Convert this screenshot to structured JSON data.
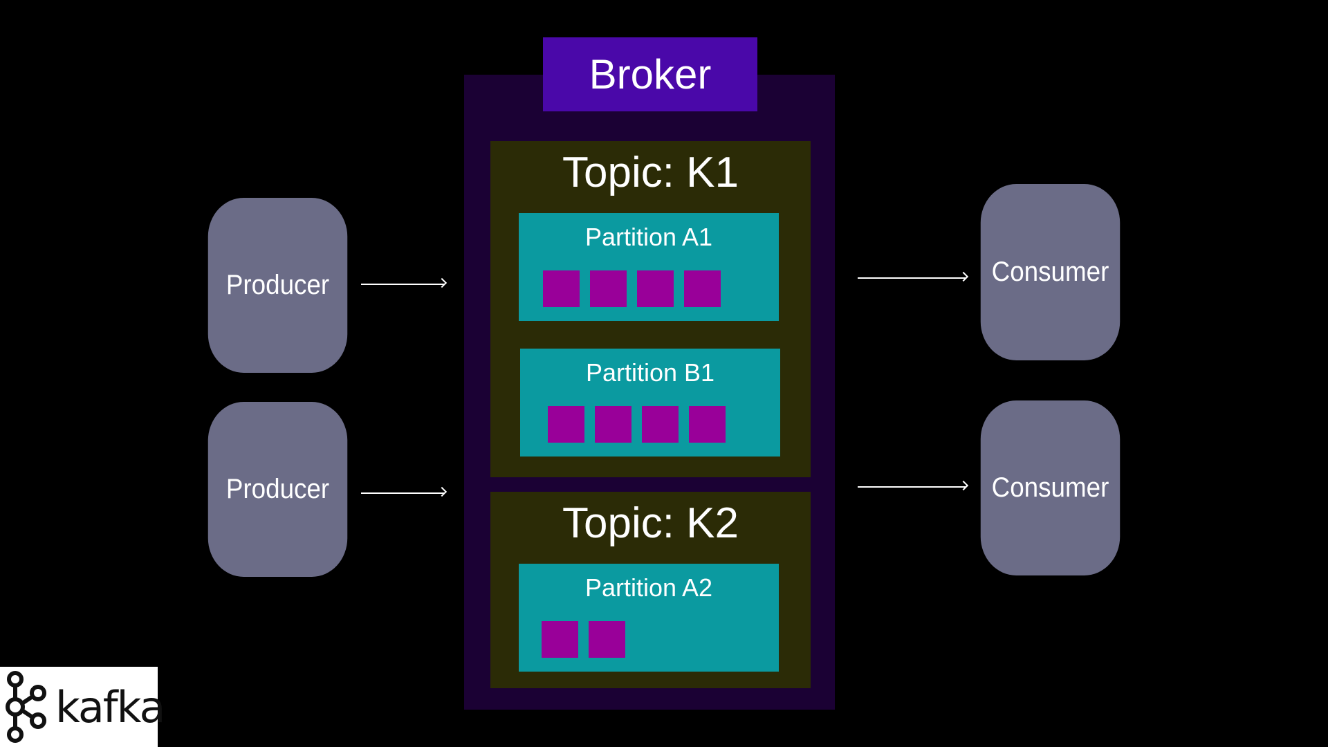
{
  "broker": {
    "title": "Broker"
  },
  "producers": [
    {
      "label": "Producer"
    },
    {
      "label": "Producer"
    }
  ],
  "consumers": [
    {
      "label": "Consumer"
    },
    {
      "label": "Consumer"
    }
  ],
  "topics": [
    {
      "title": "Topic: K1",
      "partitions": [
        {
          "title": "Partition A1",
          "message_count": 4
        },
        {
          "title": "Partition B1",
          "message_count": 4
        }
      ]
    },
    {
      "title": "Topic: K2",
      "partitions": [
        {
          "title": "Partition A2",
          "message_count": 2
        }
      ]
    }
  ],
  "logo": {
    "text": "kafka",
    "icon": "kafka-logo-icon"
  },
  "colors": {
    "background": "#000000",
    "node": "#6b6c87",
    "broker": "#1b0134",
    "broker_title": "#4a08a9",
    "topic": "#2b2b06",
    "partition": "#0b9aa0",
    "message": "#990099"
  }
}
